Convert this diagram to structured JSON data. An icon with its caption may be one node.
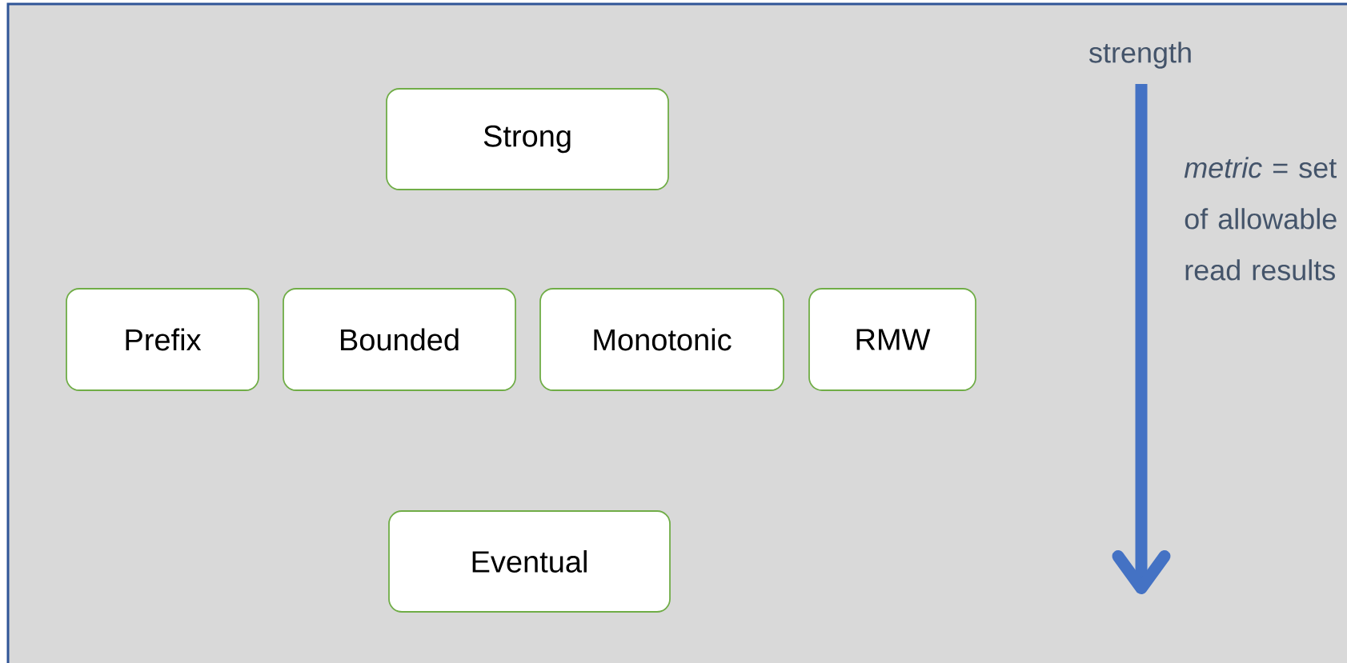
{
  "diagram": {
    "nodes": [
      {
        "text": [
          "Strong"
        ]
      },
      {
        "text": [
          "Prefix"
        ]
      },
      {
        "text": [
          "Bounded"
        ]
      },
      {
        "text": [
          "Monotonic"
        ]
      },
      {
        "text": [
          "RMW"
        ]
      },
      {
        "text": [
          "Eventual"
        ]
      }
    ],
    "labels": [
      "strength",
      "*metric* = set of allowable read results"
    ]
  }
}
